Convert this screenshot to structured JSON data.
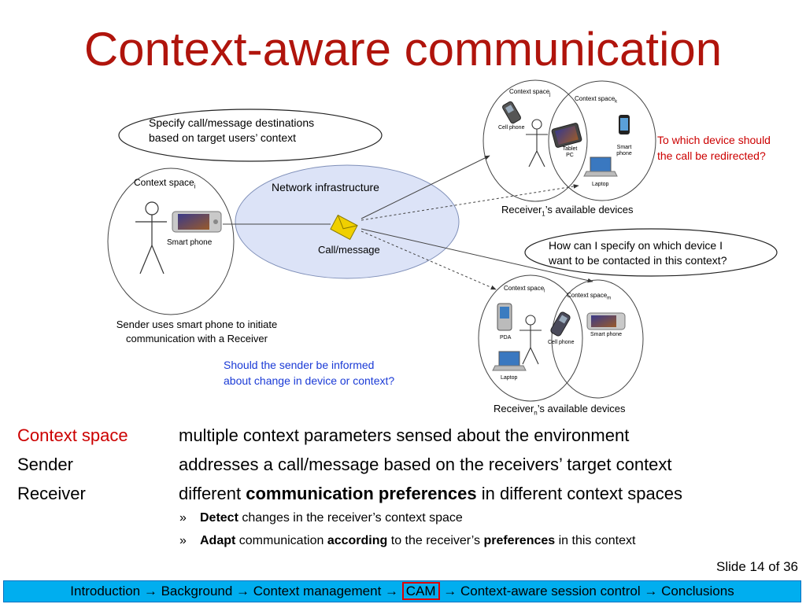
{
  "slide": {
    "title": "Context-aware communication",
    "slide_number": "Slide 14 of 36"
  },
  "diagram": {
    "callout_top": {
      "line1": "Specify call/message destinations",
      "line2": "based on target users’ context"
    },
    "callout_right": {
      "line1": "How can I specify on which device I",
      "line2": "want to be contacted in this context?"
    },
    "sender_space": {
      "label": "Context space",
      "subscript": "i",
      "device": "Smart phone"
    },
    "network": {
      "label": "Network infrastructure",
      "message": "Call/message"
    },
    "receiver1": {
      "space_j": {
        "label": "Context space",
        "subscript": "j"
      },
      "space_k": {
        "label": "Context space",
        "subscript": "k"
      },
      "devices": {
        "cell_phone": "Cell phone",
        "tablet_line1": "Tablet",
        "tablet_line2": "PC",
        "smart_line1": "Smart",
        "smart_line2": "phone",
        "laptop": "Laptop"
      },
      "caption_pre": "Receiver",
      "caption_sub": "1",
      "caption_post": "’s available devices"
    },
    "receivern": {
      "space_l": {
        "label": "Context space",
        "subscript": "l"
      },
      "space_m": {
        "label": "Context space",
        "subscript": "m"
      },
      "devices": {
        "pda": "PDA",
        "laptop": "Laptop",
        "cell_phone": "Cell phone",
        "smart_phone": "Smart phone"
      },
      "caption_pre": "Receiver",
      "caption_sub": "n",
      "caption_post": "’s available devices"
    },
    "question_redirect": {
      "line1": "To which device should",
      "line2": "the call be redirected?"
    },
    "question_inform": {
      "line1": "Should the sender be informed",
      "line2": "about change in device or context?"
    },
    "sender_caption": {
      "line1": "Sender uses smart phone to initiate",
      "line2": "communication with a Receiver"
    }
  },
  "definitions": [
    {
      "term": "Context space",
      "desc": "multiple context parameters sensed about the environment"
    },
    {
      "term": "Sender",
      "desc": "addresses a call/message based on the receivers’ target context"
    },
    {
      "term": "Receiver",
      "desc_pre": "different ",
      "desc_bold": "communication preferences",
      "desc_post": " in different context spaces"
    }
  ],
  "bullets": {
    "marker": "»",
    "b1": {
      "bold": "Detect",
      "rest": " changes in the receiver’s context space"
    },
    "b2": {
      "bold1": "Adapt",
      "mid1": " communication ",
      "bold2": "according",
      "mid2": " to the receiver’s ",
      "bold3": "preferences",
      "end": " in this context"
    }
  },
  "navbar": {
    "before": "Introduction → Background → Context management → ",
    "current": "CAM",
    "after": " → Context-aware session control → Conclusions"
  },
  "colors": {
    "title": "#b0140c",
    "red_text": "#cc0000",
    "blue_text": "#1a3ad6",
    "network_fill": "#dce3f7",
    "navbar_bg": "#00aeef",
    "nav_highlight": "#e00000"
  }
}
